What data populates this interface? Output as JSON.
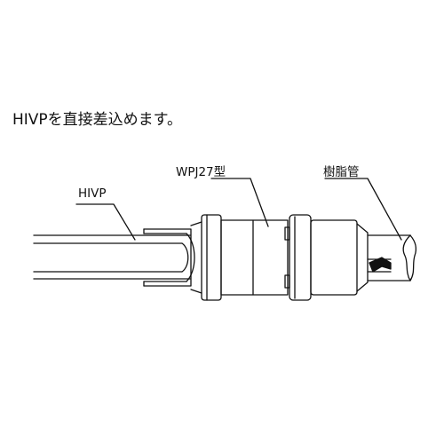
{
  "instruction": "HIVPを直接差込めます。",
  "labels": {
    "hivp": "HIVP",
    "fitting": "WPJ27型",
    "resin_pipe": "樹脂管"
  },
  "colors": {
    "line": "#111111",
    "background": "#ffffff"
  }
}
